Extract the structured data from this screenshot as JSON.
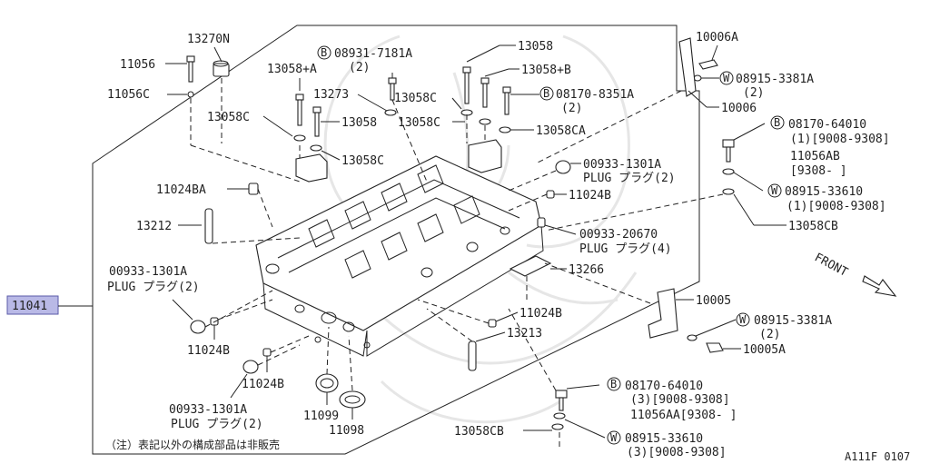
{
  "main_part": "11041",
  "front_label": "FRONT",
  "labels": {
    "p13270N": "13270N",
    "p11056": "11056",
    "p11056C": "11056C",
    "p13058_A": "13058+A",
    "p08931": "08931-7181A",
    "p08931_qty": "(2)",
    "p13058_top": "13058",
    "p13058_B": "13058+B",
    "p13273": "13273",
    "p13058C_1": "13058C",
    "p13058C_2": "13058C",
    "p13058_mid": "13058",
    "p13058C_3": "13058C",
    "p08170_8351A": "08170-8351A",
    "p08170_8351A_qty": "(2)",
    "p13058CA": "13058CA",
    "p10006A": "10006A",
    "p08915_3381A_top": "08915-3381A",
    "p08915_3381A_top_qty": "(2)",
    "p10006": "10006",
    "p08170_64010_top": "08170-64010",
    "p08170_64010_top_qty": "(1)[9008-9308]",
    "p11056AB": "11056AB",
    "p11056AB_range": "[9308-  ]",
    "p08915_33610_top": "08915-33610",
    "p08915_33610_top_qty": "(1)[9008-9308]",
    "p13058CB_top": "13058CB",
    "p00933_1301A_top": "00933-1301A",
    "p00933_1301A_top_plug": "PLUG プラグ(2)",
    "p11024B_1": "11024B",
    "p11024BA": "11024BA",
    "p13212": "13212",
    "p00933_20670": "00933-20670",
    "p00933_20670_plug": "PLUG プラグ(4)",
    "p13266": "13266",
    "p00933_1301A_left": "00933-1301A",
    "p00933_1301A_left_plug": "PLUG プラグ(2)",
    "p10005": "10005",
    "p08915_3381A_bot": "08915-3381A",
    "p08915_3381A_bot_qty": "(2)",
    "p10005A": "10005A",
    "p11024B_2": "11024B",
    "p13213": "13213",
    "p11024B_3": "11024B",
    "p11024B_4": "11024B",
    "p00933_1301A_bot": "00933-1301A",
    "p00933_1301A_bot_plug": "PLUG プラグ(2)",
    "p11099": "11099",
    "p11098": "11098",
    "p08170_64010_bot": "08170-64010",
    "p08170_64010_bot_qty": "(3)[9008-9308]",
    "p11056AA": "11056AA[9308-  ]",
    "p13058CB_bot": "13058CB",
    "p08915_33610_bot": "08915-33610",
    "p08915_33610_bot_qty": "(3)[9008-9308]"
  },
  "circle_letters": {
    "b": "B",
    "w": "W"
  },
  "footnote": "（注）表記以外の構成部品は非販売",
  "figure_code": "A111F 0107",
  "colors": {
    "highlight_fill": "#b9b9e6",
    "highlight_border": "#5a5aa8",
    "line": "#222222",
    "watermark": "#e6e6e6"
  }
}
